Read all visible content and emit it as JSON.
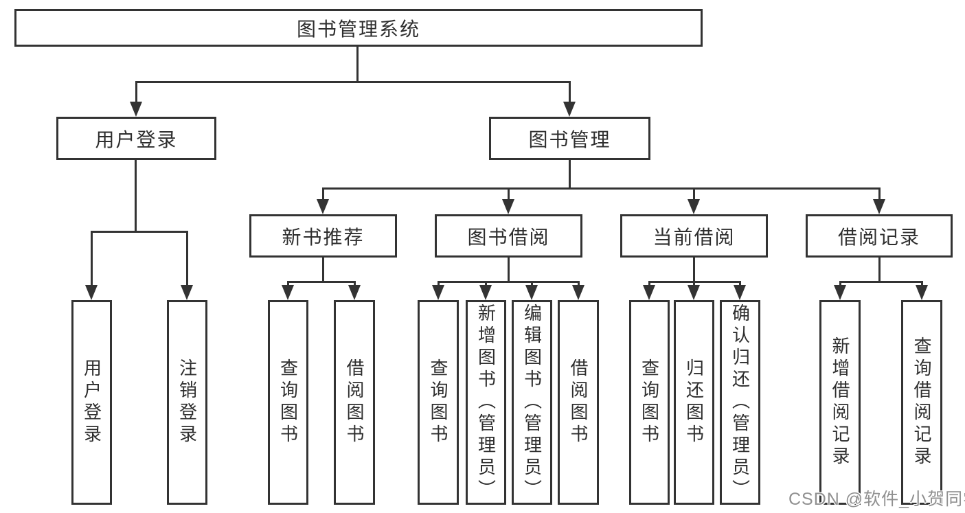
{
  "diagram": {
    "type": "tree",
    "root": {
      "label": "图书管理系统"
    },
    "branches": [
      {
        "label": "用户登录",
        "children": [
          {
            "label": "用户登录"
          },
          {
            "label": "注销登录"
          }
        ]
      },
      {
        "label": "图书管理",
        "children": [
          {
            "label": "新书推荐",
            "children": [
              {
                "label": "查询图书"
              },
              {
                "label": "借阅图书"
              }
            ]
          },
          {
            "label": "图书借阅",
            "children": [
              {
                "label": "查询图书"
              },
              {
                "label": "新增图书（管理员）"
              },
              {
                "label": "编辑图书（管理员）"
              },
              {
                "label": "借阅图书"
              }
            ]
          },
          {
            "label": "当前借阅",
            "children": [
              {
                "label": "查询图书"
              },
              {
                "label": "归还图书"
              },
              {
                "label": "确认归还（管理员）"
              }
            ]
          },
          {
            "label": "借阅记录",
            "children": [
              {
                "label": "新增借阅记录"
              },
              {
                "label": "查询借阅记录"
              }
            ]
          }
        ]
      }
    ],
    "watermark": "CSDN @软件_小贺同学",
    "colors": {
      "line": "#333333",
      "border": "#333333",
      "text": "#2e2e2e",
      "watermark": "#909090",
      "background": "#ffffff"
    }
  }
}
